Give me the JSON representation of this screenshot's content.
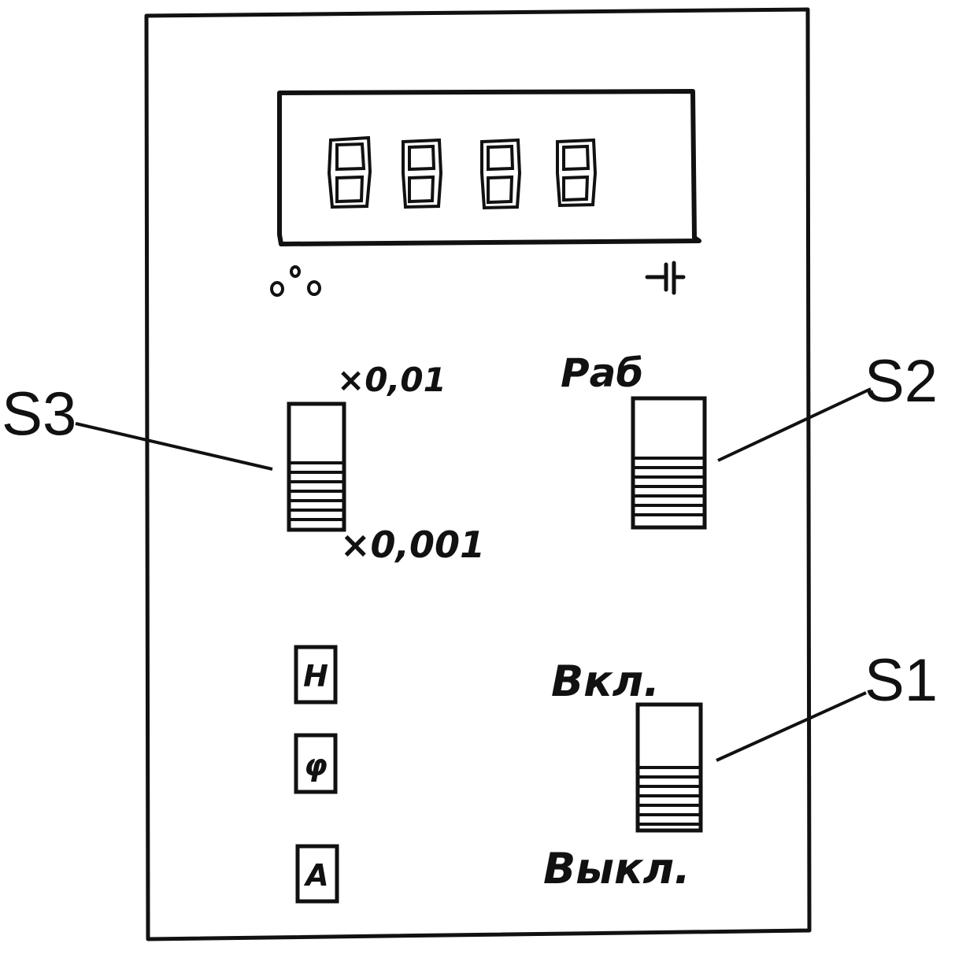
{
  "display": {
    "digits": [
      "8",
      "8",
      "8",
      "8"
    ],
    "left_indicator": "°%",
    "right_indicator": "capacitor-icon"
  },
  "switches": {
    "s3": {
      "callout": "S3",
      "upper_label": "×0,01",
      "lower_label": "×0,001"
    },
    "s2": {
      "callout": "S2",
      "upper_label": "Раб"
    },
    "s1": {
      "callout": "S1",
      "upper_label": "Вкл.",
      "lower_label": "Выкл."
    }
  },
  "buttons": [
    {
      "label": "H"
    },
    {
      "label": "φ"
    },
    {
      "label": "A"
    }
  ],
  "colors": {
    "ink": "#111111",
    "paper": "#ffffff"
  }
}
